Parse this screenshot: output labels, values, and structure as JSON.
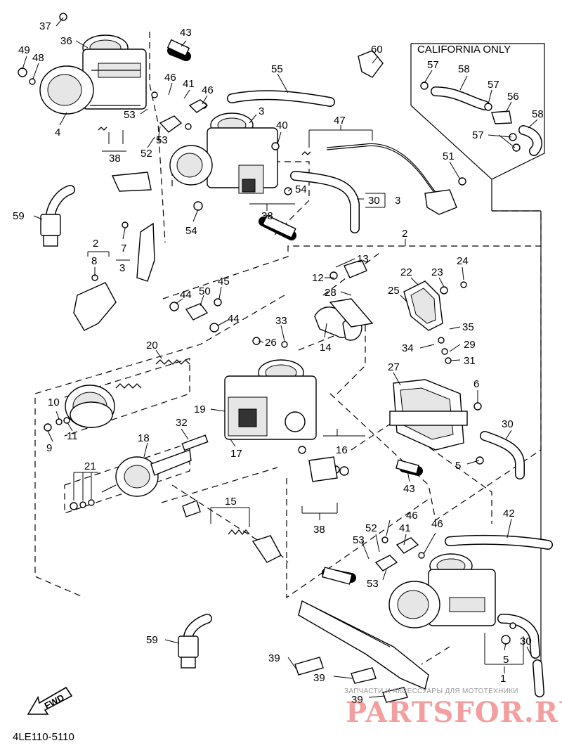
{
  "diagram": {
    "code": "4LE110-5110",
    "california_title": "CALIFORNIA ONLY",
    "fwd_label": "FWD",
    "watermark_small": "ЗАПЧАСТИ И АКСЕССУАРЫ ДЛЯ МОТОТЕХНИКИ",
    "watermark_big": "PARTSFOR.RU",
    "bracket_label_30_3": "3",
    "labels": {
      "l37": "37",
      "l36": "36",
      "l49": "49",
      "l48": "48",
      "l4": "4",
      "l43a": "43",
      "l46a": "46",
      "l41a": "41",
      "l46b": "46",
      "l53a": "53",
      "l53b": "53",
      "l52a": "52",
      "l38a": "38",
      "l3a": "3",
      "l40": "40",
      "l55": "55",
      "l47": "47",
      "l60": "60",
      "l57a": "57",
      "l58a": "58",
      "l57b": "57",
      "l56": "56",
      "l58b": "58",
      "l57c": "57",
      "l51": "51",
      "l54a": "54",
      "l54b": "54",
      "l38b": "38",
      "l30a": "30",
      "l59a": "59",
      "l2a": "2",
      "l8": "8",
      "l7": "7",
      "l3b": "3",
      "l2b": "2",
      "l13": "13",
      "l12": "12",
      "l28": "28",
      "l22": "22",
      "l23": "23",
      "l24": "24",
      "l25": "25",
      "l44a": "44",
      "l50": "50",
      "l45": "45",
      "l44b": "44",
      "l33": "33",
      "l26": "26",
      "l14": "14",
      "l35": "35",
      "l34": "34",
      "l29": "29",
      "l31": "31",
      "l20": "20",
      "l27": "27",
      "l6": "6",
      "l10": "10",
      "l19": "19",
      "l11": "11",
      "l9": "9",
      "l32": "32",
      "l30b": "30",
      "l18": "18",
      "l17": "17",
      "l16": "16",
      "l5a": "5",
      "l21": "21",
      "l43b": "43",
      "l15": "15",
      "l38c": "38",
      "l46c": "46",
      "l52b": "52",
      "l41b": "41",
      "l53c": "53",
      "l46d": "46",
      "l42": "42",
      "l53d": "53",
      "l59b": "59",
      "l30c": "30",
      "l5b": "5",
      "l39a": "39",
      "l39b": "39",
      "l39c": "39",
      "l1": "1"
    }
  }
}
